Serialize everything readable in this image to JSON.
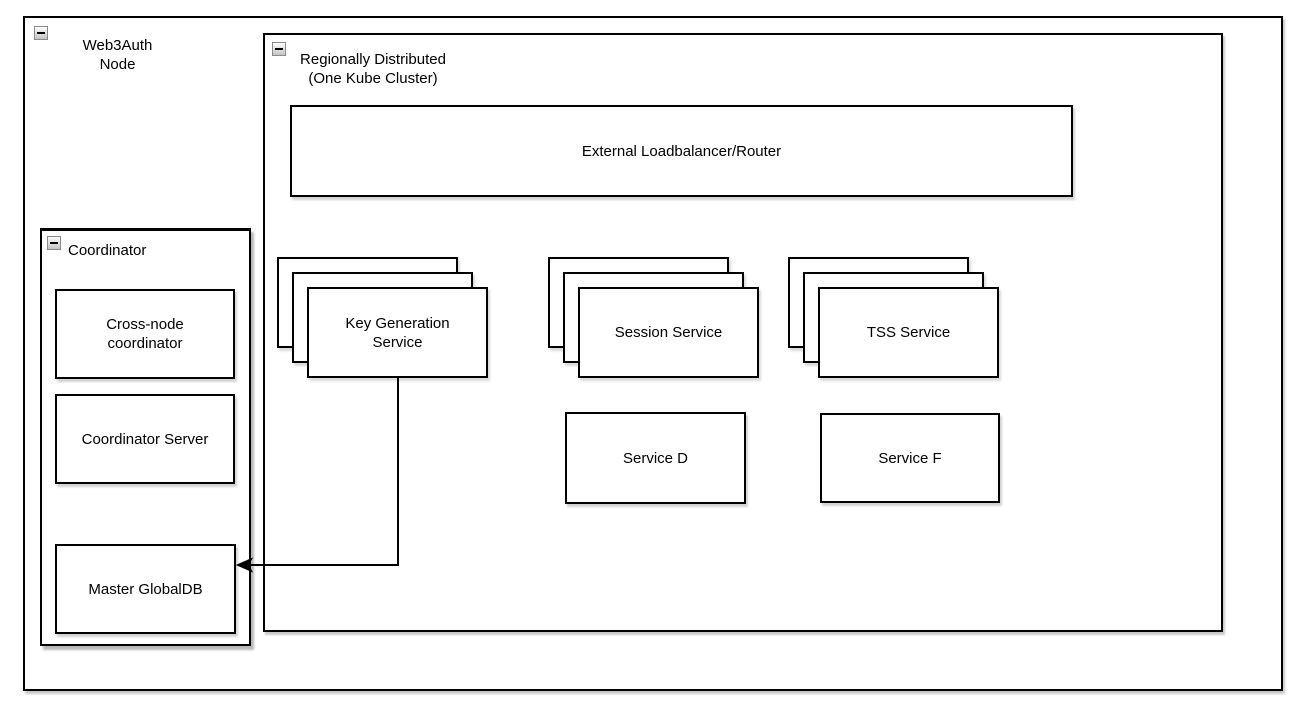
{
  "diagram": {
    "outer": {
      "label": "Web3Auth\nNode"
    },
    "region": {
      "label": "Regionally Distributed\n(One Kube Cluster)"
    },
    "loadbalancer": {
      "label": "External Loadbalancer/Router"
    },
    "stacks": [
      {
        "label": "Key Generation\nService"
      },
      {
        "label": "Session Service"
      },
      {
        "label": "TSS Service"
      }
    ],
    "services": [
      {
        "label": "Service D"
      },
      {
        "label": "Service F"
      }
    ],
    "coordinator": {
      "label": "Coordinator",
      "boxes": [
        {
          "label": "Cross-node\ncoordinator"
        },
        {
          "label": "Coordinator Server"
        },
        {
          "label": "Master GlobalDB"
        }
      ]
    },
    "connections": [
      {
        "from": "Key Generation Service",
        "to": "Master GlobalDB",
        "style": "orthogonal-arrow"
      }
    ],
    "colors": {
      "stroke": "#000000",
      "background": "#ffffff",
      "shadow": "#c8c8c8",
      "collapse_icon_bg": "#d9d9d9"
    }
  }
}
